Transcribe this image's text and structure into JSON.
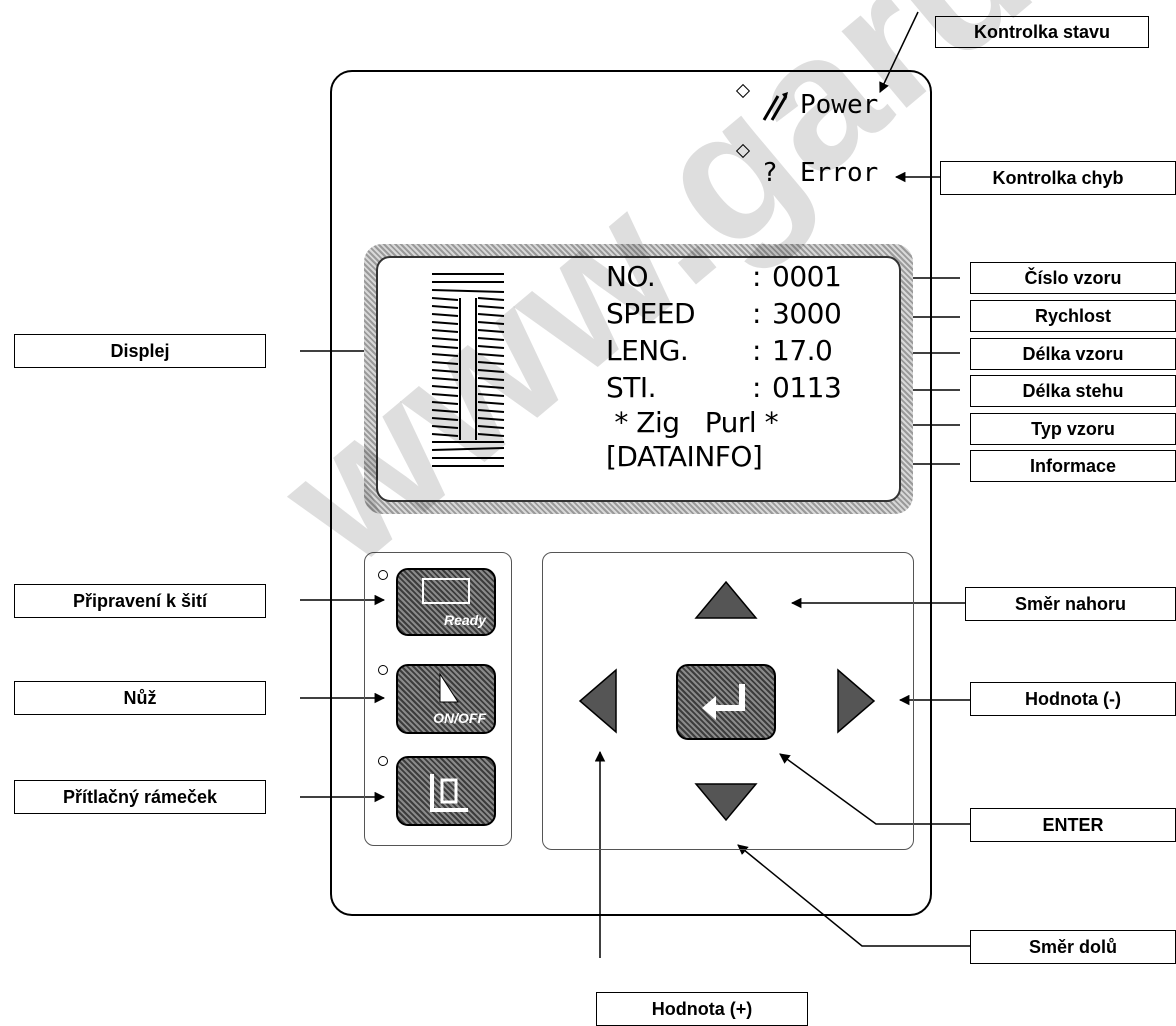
{
  "device": {
    "power_label": "Power",
    "error_label": "Error",
    "error_symbol": "?",
    "lcd": {
      "rows": [
        {
          "key": "NO.",
          "sep": ":",
          "value": "0001"
        },
        {
          "key": "SPEED",
          "sep": ":",
          "value": "3000"
        },
        {
          "key": "LENG.",
          "sep": ":",
          "value": "17.0"
        },
        {
          "key": "STI.",
          "sep": ":",
          "value": "0113"
        }
      ],
      "pattern_type": " * Zig   Purl *",
      "info": "[DATAINFO]"
    },
    "keys": {
      "ready_label": "Ready",
      "knife_label": "ON/OFF"
    }
  },
  "callouts": {
    "status_light": "Kontrolka stavu",
    "error_light": "Kontrolka chyb",
    "pattern_number": "Číslo vzoru",
    "speed": "Rychlost",
    "pattern_length": "Délka vzoru",
    "stitch_length": "Délka stehu",
    "pattern_type": "Typ vzoru",
    "information": "Informace",
    "display": "Displej",
    "ready_to_sew": "Připravení k šití",
    "knife": "Nůž",
    "clamp_frame": "Přítlačný rámeček",
    "direction_up": "Směr nahoru",
    "value_minus": "Hodnota (-)",
    "enter": "ENTER",
    "direction_down": "Směr dolů",
    "value_plus": "Hodnota (+)"
  },
  "watermark": "www.garudan.cz",
  "colors": {
    "key_fill": "#5a5a5a",
    "frame_fill": "#bcbcbc",
    "line": "#000000"
  }
}
